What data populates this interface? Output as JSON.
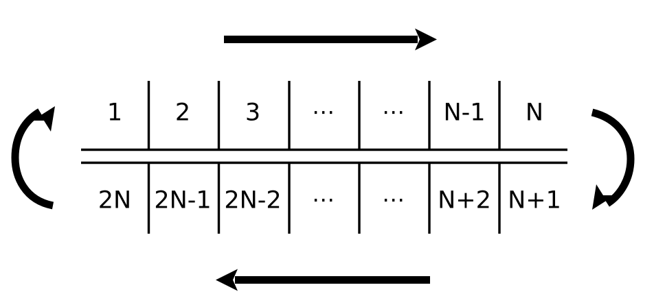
{
  "diagram": {
    "title": "two-row-circular-buffer-schematic",
    "background_color": "#ffffff",
    "stroke_color": "#000000",
    "table": {
      "column_count": 7,
      "top_row": {
        "name": "forward-row",
        "cells": [
          "1",
          "2",
          "3",
          "⋯",
          "⋯",
          "N-1",
          "N"
        ]
      },
      "bottom_row": {
        "name": "return-row",
        "cells": [
          "2N",
          "2N-1",
          "2N-2",
          "⋯",
          "⋯",
          "N+2",
          "N+1"
        ]
      }
    },
    "arrows": {
      "top": {
        "name": "top-direction-arrow",
        "direction": "right",
        "label": ""
      },
      "bottom": {
        "name": "bottom-direction-arrow",
        "direction": "left",
        "label": ""
      },
      "left": {
        "name": "left-wrap-arrow",
        "direction": "up",
        "label": ""
      },
      "right": {
        "name": "right-wrap-arrow",
        "direction": "down",
        "label": ""
      }
    }
  }
}
